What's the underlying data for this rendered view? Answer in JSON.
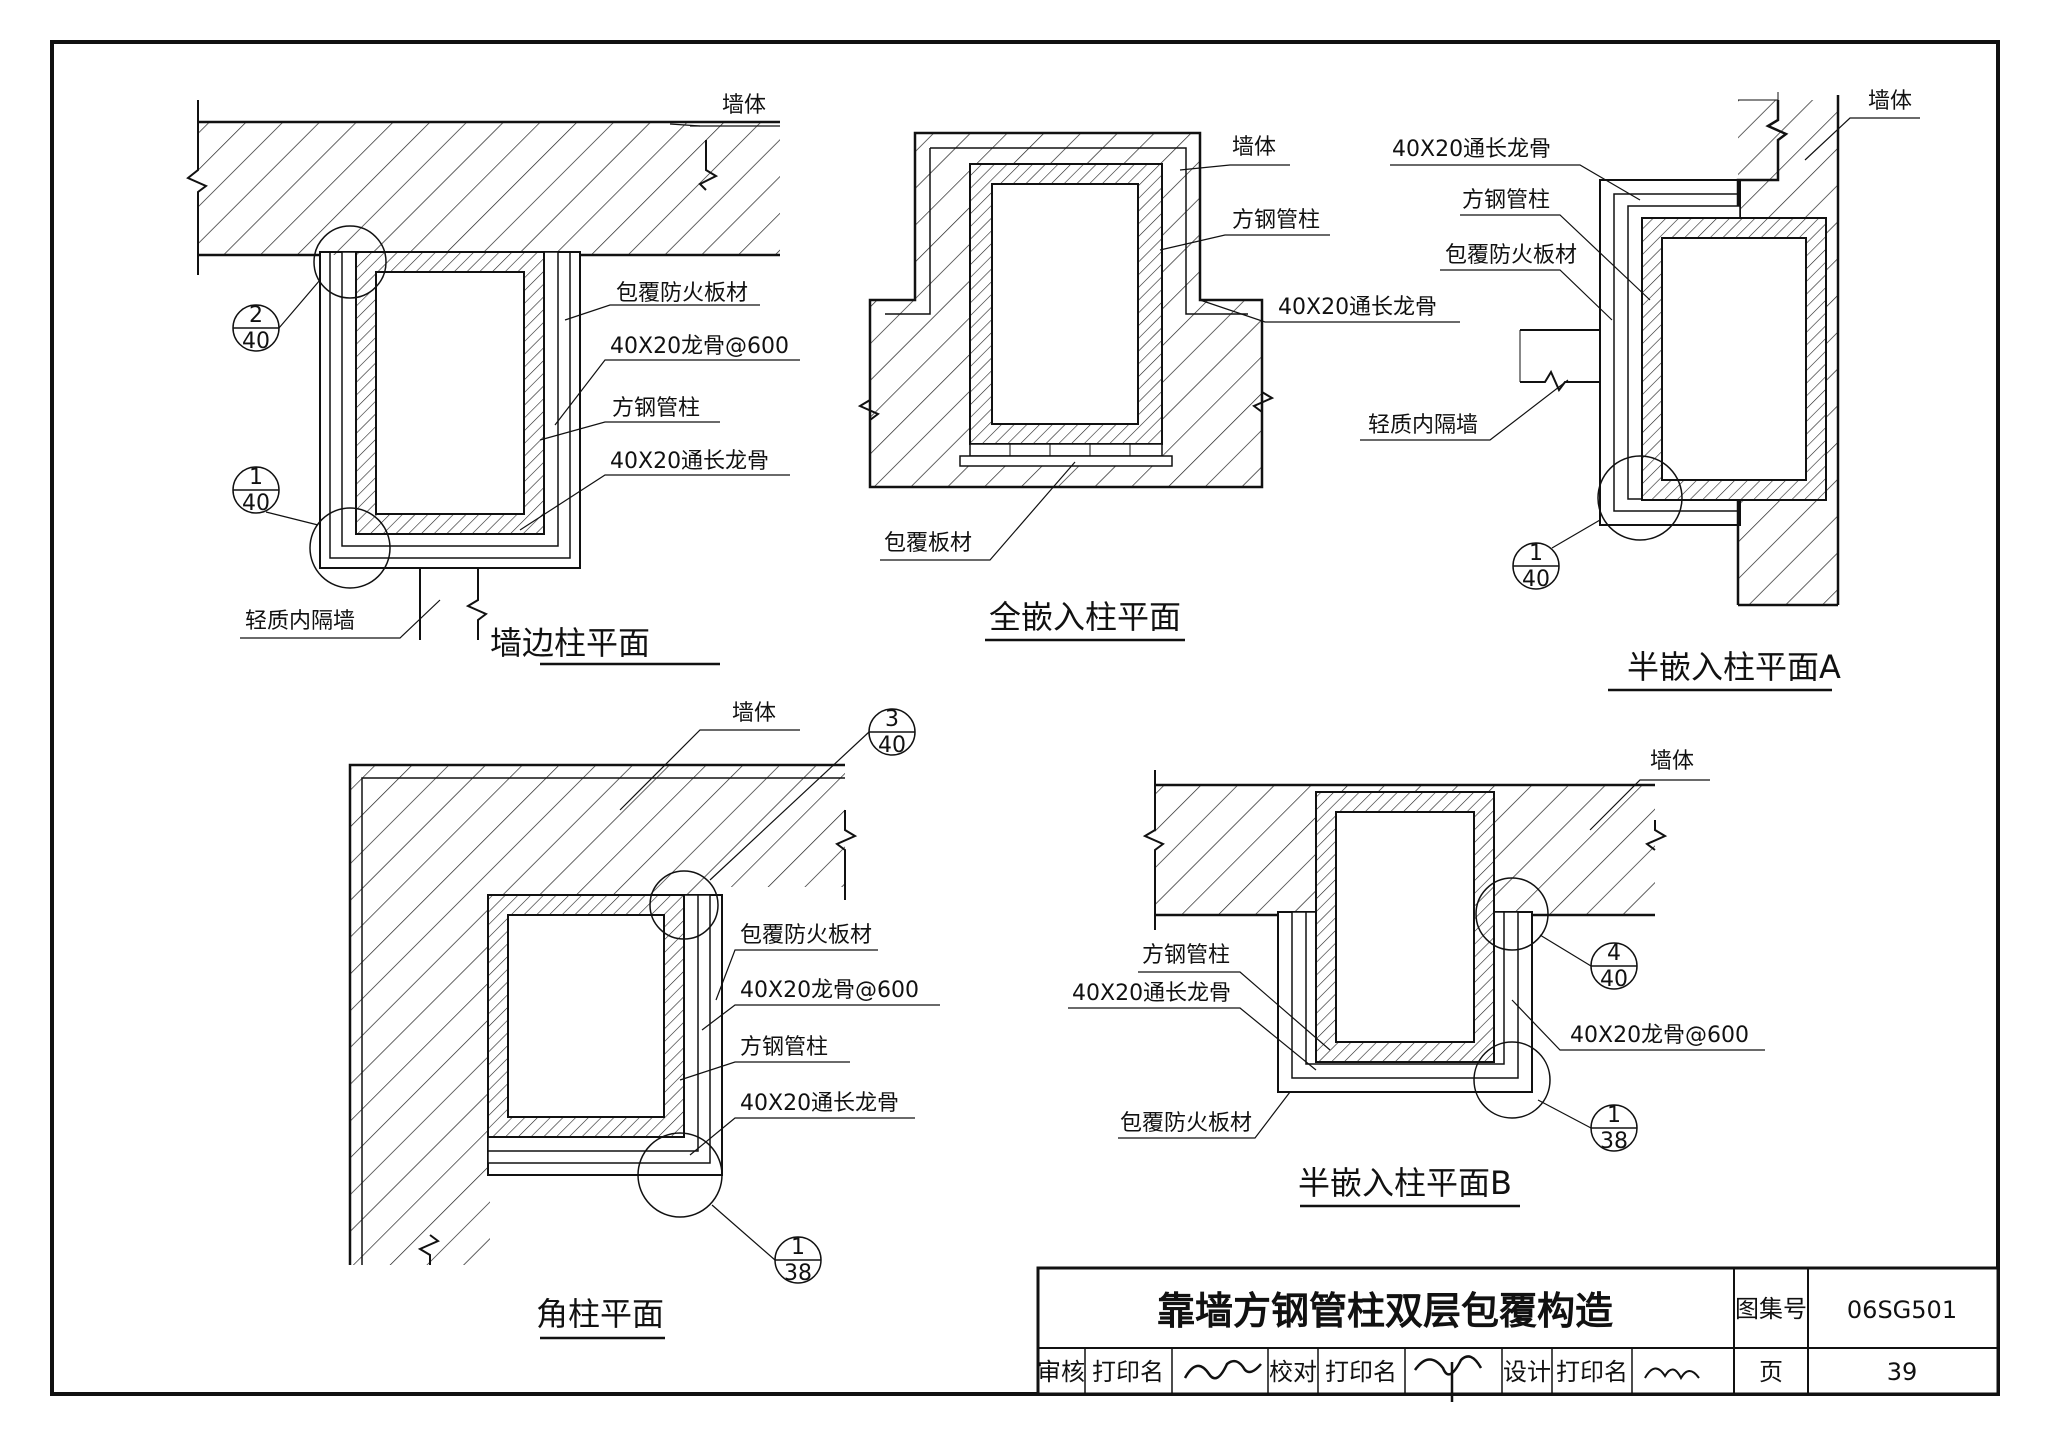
{
  "panels": {
    "wall_edge": {
      "title": "墙边柱平面",
      "wall": "墙体",
      "board": "包覆防火板材",
      "keel600": "40X20龙骨@600",
      "column": "方钢管柱",
      "keel_long": "40X20通长龙骨",
      "partition": "轻质内隔墙",
      "ref_a": {
        "num": "2",
        "page": "40"
      },
      "ref_b": {
        "num": "1",
        "page": "40"
      }
    },
    "full_embed": {
      "title": "全嵌入柱平面",
      "wall": "墙体",
      "column": "方钢管柱",
      "keel_long": "40X20通长龙骨",
      "board": "包覆板材"
    },
    "half_a": {
      "title": "半嵌入柱平面A",
      "wall": "墙体",
      "keel_long": "40X20通长龙骨",
      "column": "方钢管柱",
      "board": "包覆防火板材",
      "partition": "轻质内隔墙",
      "ref": {
        "num": "1",
        "page": "40"
      }
    },
    "corner": {
      "title": "角柱平面",
      "wall": "墙体",
      "board": "包覆防火板材",
      "keel600": "40X20龙骨@600",
      "column": "方钢管柱",
      "keel_long": "40X20通长龙骨",
      "ref_a": {
        "num": "3",
        "page": "40"
      },
      "ref_b": {
        "num": "1",
        "page": "38"
      }
    },
    "half_b": {
      "title": "半嵌入柱平面B",
      "wall": "墙体",
      "column": "方钢管柱",
      "keel_long": "40X20通长龙骨",
      "keel600": "40X20龙骨@600",
      "board": "包覆防火板材",
      "ref_a": {
        "num": "4",
        "page": "40"
      },
      "ref_b": {
        "num": "1",
        "page": "38"
      }
    }
  },
  "title_block": {
    "title": "靠墙方钢管柱双层包覆构造",
    "atlas_label": "图集号",
    "atlas_no": "06SG501",
    "page_label": "页",
    "page_no": "39",
    "review_label": "审核",
    "check_label": "校对",
    "design_label": "设计",
    "print_name": "打印名"
  }
}
